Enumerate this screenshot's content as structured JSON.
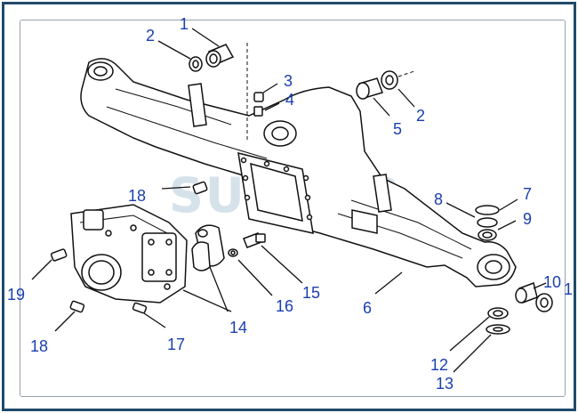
{
  "diagram": {
    "watermark": "SUNCAR",
    "callouts": [
      {
        "id": "c1a",
        "text": "1"
      },
      {
        "id": "c2a",
        "text": "2"
      },
      {
        "id": "c3",
        "text": "3"
      },
      {
        "id": "c4",
        "text": "4"
      },
      {
        "id": "c5",
        "text": "5"
      },
      {
        "id": "c2b",
        "text": "2"
      },
      {
        "id": "c18a",
        "text": "18"
      },
      {
        "id": "c8",
        "text": "8"
      },
      {
        "id": "c7",
        "text": "7"
      },
      {
        "id": "c9",
        "text": "9"
      },
      {
        "id": "c19",
        "text": "19"
      },
      {
        "id": "c15",
        "text": "15"
      },
      {
        "id": "c16",
        "text": "16"
      },
      {
        "id": "c6",
        "text": "6"
      },
      {
        "id": "c10",
        "text": "10"
      },
      {
        "id": "c1b",
        "text": "1"
      },
      {
        "id": "c14",
        "text": "14"
      },
      {
        "id": "c18b",
        "text": "18"
      },
      {
        "id": "c17",
        "text": "17"
      },
      {
        "id": "c12",
        "text": "12"
      },
      {
        "id": "c13",
        "text": "13"
      }
    ]
  }
}
